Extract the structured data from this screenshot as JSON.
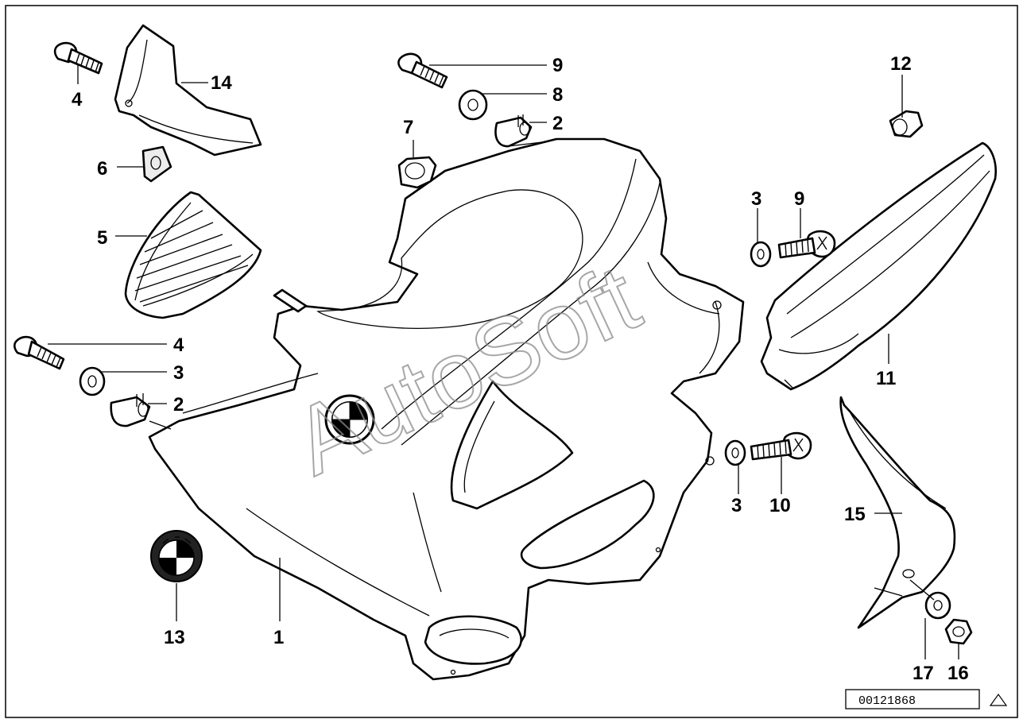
{
  "watermark": "AutoSoft",
  "drawing_number": "00121868",
  "callouts": [
    {
      "id": "c1",
      "label": "1"
    },
    {
      "id": "c2a",
      "label": "2"
    },
    {
      "id": "c2b",
      "label": "2"
    },
    {
      "id": "c3a",
      "label": "3"
    },
    {
      "id": "c3b",
      "label": "3"
    },
    {
      "id": "c3c",
      "label": "3"
    },
    {
      "id": "c4a",
      "label": "4"
    },
    {
      "id": "c4b",
      "label": "4"
    },
    {
      "id": "c5",
      "label": "5"
    },
    {
      "id": "c6",
      "label": "6"
    },
    {
      "id": "c7",
      "label": "7"
    },
    {
      "id": "c8",
      "label": "8"
    },
    {
      "id": "c9a",
      "label": "9"
    },
    {
      "id": "c9b",
      "label": "9"
    },
    {
      "id": "c10",
      "label": "10"
    },
    {
      "id": "c11",
      "label": "11"
    },
    {
      "id": "c12",
      "label": "12"
    },
    {
      "id": "c13",
      "label": "13"
    },
    {
      "id": "c14",
      "label": "14"
    },
    {
      "id": "c15",
      "label": "15"
    },
    {
      "id": "c16",
      "label": "16"
    },
    {
      "id": "c17",
      "label": "17"
    }
  ]
}
